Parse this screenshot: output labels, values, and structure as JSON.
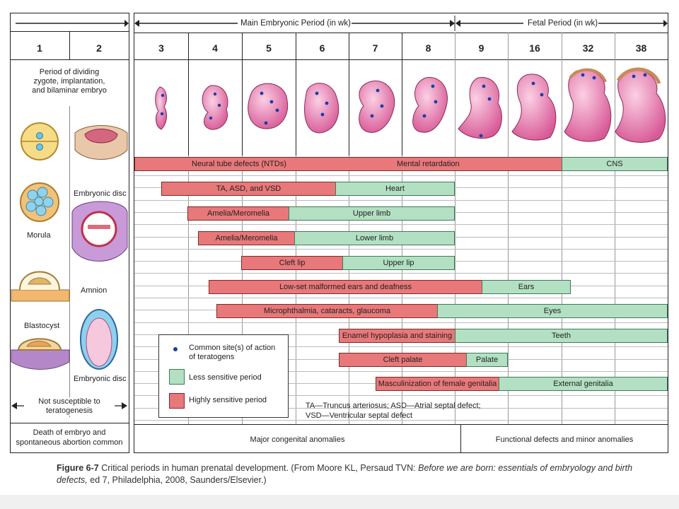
{
  "header": {
    "main_period": "Main Embryonic Period (in wk)",
    "fetal_period": "Fetal Period (in wk)",
    "weeks": [
      "1",
      "2",
      "3",
      "4",
      "5",
      "6",
      "7",
      "8",
      "9",
      "16",
      "32",
      "38"
    ]
  },
  "left_panel": {
    "intro": [
      "Period of dividing",
      "zygote, implantation,",
      "and bilaminar embryo"
    ],
    "labels": {
      "morula": "Morula",
      "blastocyst": "Blastocyst",
      "embryonic_disc_1": "Embryonic disc",
      "amnion": "Amnion",
      "embryonic_disc_2": "Embryonic disc"
    },
    "not_susceptible": [
      "Not susceptible to",
      "teratogenesis"
    ],
    "death": [
      "Death of embryo and",
      "spontaneous abortion common"
    ]
  },
  "bars": [
    {
      "label": "Neural tube defects (NTDs)",
      "kind": "red"
    },
    {
      "label": "Mental retardation",
      "kind": "red"
    },
    {
      "label": "CNS",
      "kind": "green"
    },
    {
      "label": "TA, ASD, and VSD",
      "kind": "red"
    },
    {
      "label": "Heart",
      "kind": "green"
    },
    {
      "label": "Amelia/Meromelia",
      "kind": "red"
    },
    {
      "label": "Upper limb",
      "kind": "green"
    },
    {
      "label": "Amelia/Meromelia",
      "kind": "red"
    },
    {
      "label": "Lower limb",
      "kind": "green"
    },
    {
      "label": "Cleft lip",
      "kind": "red"
    },
    {
      "label": "Upper lip",
      "kind": "green"
    },
    {
      "label": "Low-set malformed ears and deafness",
      "kind": "red"
    },
    {
      "label": "Ears",
      "kind": "green"
    },
    {
      "label": "Microphthalmia, cataracts, glaucoma",
      "kind": "red"
    },
    {
      "label": "Eyes",
      "kind": "green"
    },
    {
      "label": "Enamel hypoplasia and staining",
      "kind": "red"
    },
    {
      "label": "Teeth",
      "kind": "green"
    },
    {
      "label": "Cleft palate",
      "kind": "red"
    },
    {
      "label": "Palate",
      "kind": "green"
    },
    {
      "label": "Masculinization of female genitalia",
      "kind": "red"
    },
    {
      "label": "External genitalia",
      "kind": "green"
    }
  ],
  "legend": {
    "dot": [
      "Common site(s) of action",
      "of teratogens"
    ],
    "less": "Less sensitive period",
    "high": "Highly sensitive period",
    "colors": {
      "less": "#b3e0c3",
      "high": "#e8787a",
      "dot": "#1a3ea8"
    }
  },
  "abbreviations": [
    "TA—Truncus arteriosus; ASD—Atrial septal defect;",
    "VSD—Ventricular septal defect"
  ],
  "footer": {
    "major": "Major congenital anomalies",
    "functional": "Functional defects and minor anomalies"
  },
  "caption": {
    "figure": "Figure 6-7",
    "text": "Critical periods in human prenatal development. (From Moore KL, Persaud TVN: ",
    "book": "Before we are born: essentials of embryology and birth defects,",
    "tail": " ed 7, Philadelphia, 2008, Saunders/Elsevier.)"
  }
}
